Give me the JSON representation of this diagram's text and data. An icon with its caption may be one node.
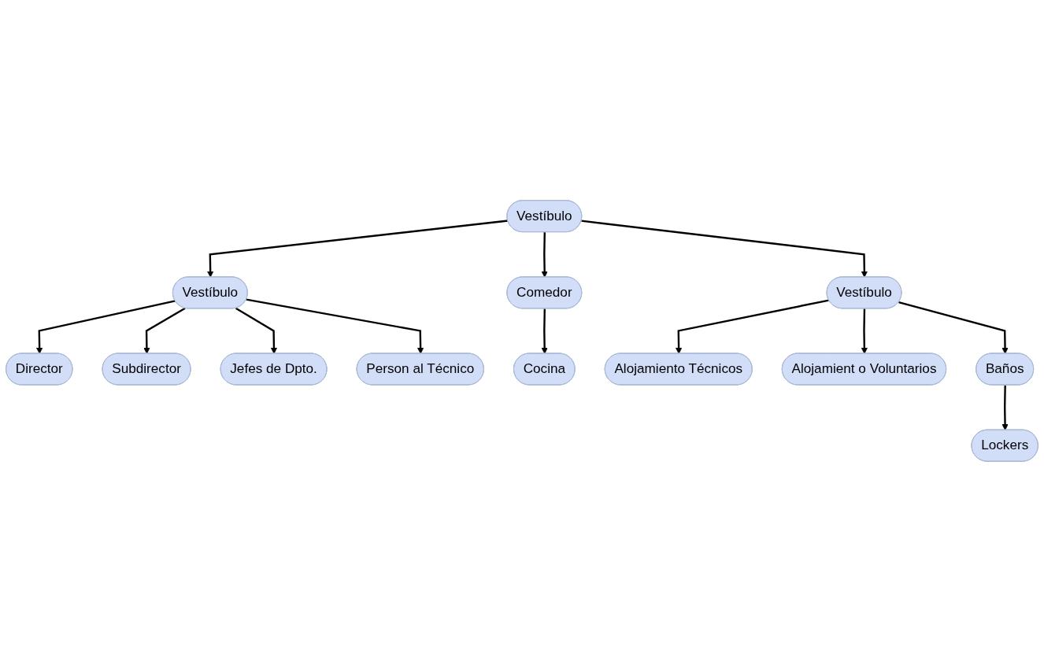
{
  "diagram": {
    "nodes": [
      {
        "text": [
          "Director"
        ]
      },
      {
        "text": [
          "Cocina"
        ]
      },
      {
        "text": [
          "Vestíbulo"
        ]
      },
      {
        "text": [
          "Subdirector"
        ]
      },
      {
        "text": [
          "Vestíbulo"
        ]
      },
      {
        "text": [
          "Comedor"
        ]
      },
      {
        "text": [
          "Vestíbulo"
        ]
      },
      {
        "text": [
          "Jefes de Dpto."
        ]
      },
      {
        "text": [
          "Alojamiento Técnicos"
        ]
      },
      {
        "text": [
          "Person al Técnico"
        ]
      },
      {
        "text": [
          "Baños"
        ]
      },
      {
        "text": [
          "Alojamient o Voluntarios"
        ]
      },
      {
        "text": [
          "Lockers"
        ]
      }
    ],
    "edges": [
      {
        "from": 2,
        "to": 4,
        "arrow": "to"
      },
      {
        "from": 4,
        "to": 0,
        "arrow": "to"
      },
      {
        "from": 4,
        "to": 3,
        "arrow": "to"
      },
      {
        "from": 4,
        "to": 7,
        "arrow": "to"
      },
      {
        "from": 4,
        "to": 9,
        "arrow": "to"
      },
      {
        "from": 2,
        "to": 5,
        "arrow": "to"
      },
      {
        "from": 5,
        "to": 1,
        "arrow": "to"
      },
      {
        "from": 2,
        "to": 6,
        "arrow": "to"
      },
      {
        "from": 6,
        "to": 8,
        "arrow": "to"
      },
      {
        "from": 6,
        "to": 11,
        "arrow": "to"
      },
      {
        "from": 6,
        "to": 10,
        "arrow": "to"
      },
      {
        "from": 10,
        "to": 12,
        "arrow": "to"
      }
    ]
  }
}
